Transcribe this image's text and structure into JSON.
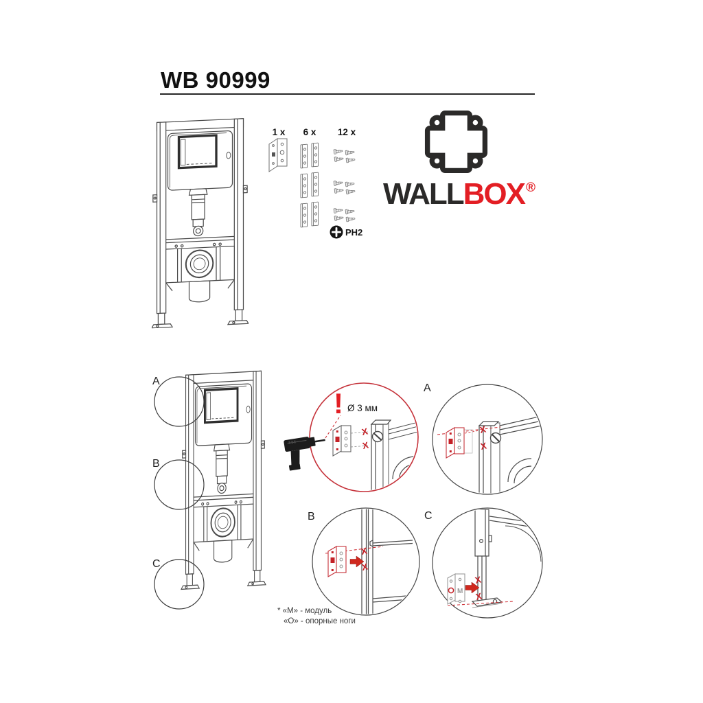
{
  "page": {
    "title": "WB 90999"
  },
  "parts": {
    "items": [
      {
        "qty": "1 x",
        "name": "corner-bracket"
      },
      {
        "qty": "6 x",
        "name": "mounting-plates"
      },
      {
        "qty": "12 x",
        "name": "screws"
      }
    ],
    "bit_label": "PH2"
  },
  "logo": {
    "brand_dark": "WALL",
    "brand_red": "BOX",
    "registered": "®"
  },
  "callouts": {
    "attention": {
      "exclamation": "!",
      "drill_diameter": "Ø 3 мм"
    },
    "labels": {
      "a": "A",
      "b": "B",
      "c": "C"
    },
    "x_mark": "X",
    "bracket_marks": {
      "o": "O",
      "m": "M"
    }
  },
  "footnote": {
    "line1": "* «М» - модуль",
    "line2": "«О» - опорные ноги"
  },
  "colors": {
    "logo_red": "#e31e24",
    "logo_dark": "#2b2a29",
    "mark_red": "#c42127",
    "attention_circle_red": "#c5323a",
    "line_gray": "#4b4b4b"
  }
}
